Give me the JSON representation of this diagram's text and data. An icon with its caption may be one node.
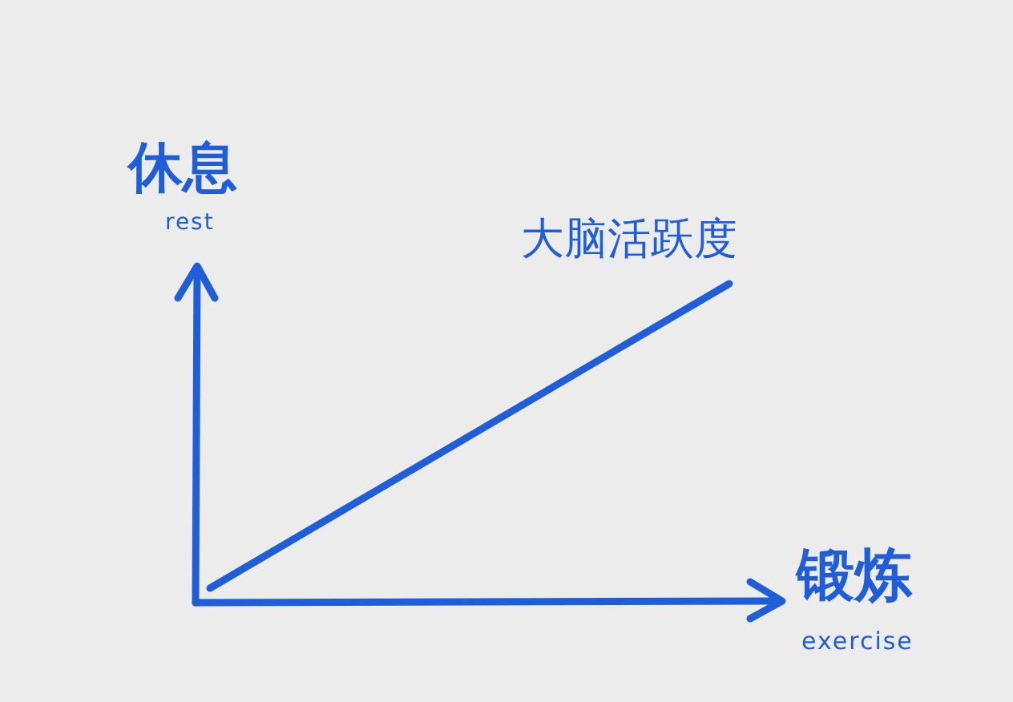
{
  "diagram": {
    "labels": [
      "休息",
      "rest",
      "大脑活跃度",
      "锻炼",
      "exercise"
    ]
  }
}
